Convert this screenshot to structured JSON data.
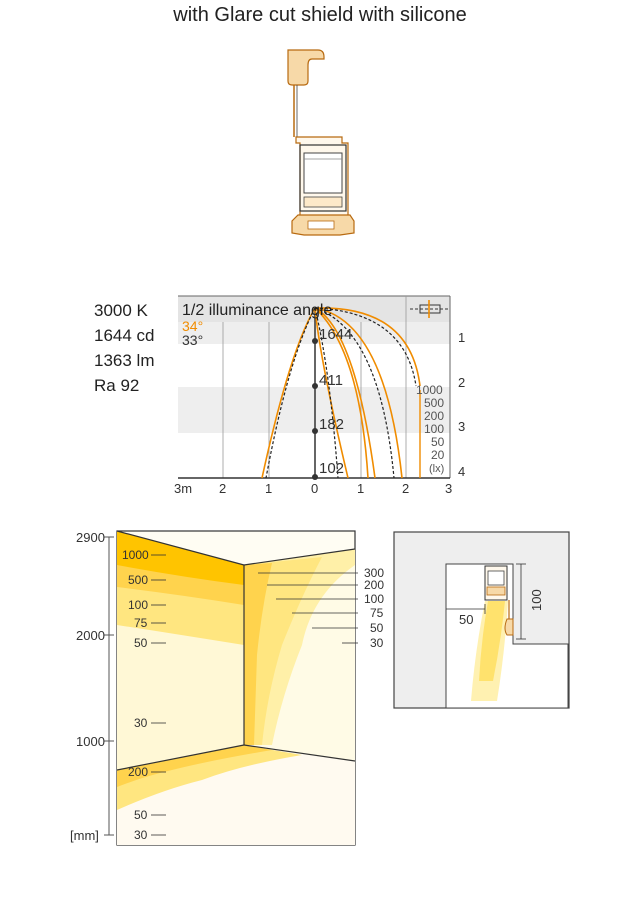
{
  "title": "with Glare cut shield with silicone",
  "specs": {
    "cct": "3000 K",
    "intensity": "1644 cd",
    "flux": "1363 lm",
    "cri": "Ra 92"
  },
  "polar": {
    "heading": "1/2 illuminance angle",
    "angle_orange": "34°",
    "angle_black": "33°",
    "center_values": [
      "1644",
      "411",
      "182",
      "102"
    ],
    "x_ticks": [
      "3m",
      "2",
      "1",
      "0",
      "1",
      "2",
      "3"
    ],
    "y_ticks": [
      "1",
      "2",
      "3",
      "4"
    ],
    "lx_values": [
      "1000",
      "500",
      "200",
      "100",
      "50",
      "20",
      "(lx)"
    ]
  },
  "room": {
    "height_ticks": [
      "2900",
      "2000",
      "1000",
      "[mm]"
    ],
    "left_labels": [
      "1000",
      "500",
      "100",
      "75",
      "50",
      "30",
      "200",
      "50",
      "30"
    ],
    "right_labels": [
      "300",
      "200",
      "100",
      "75",
      "50",
      "30"
    ]
  },
  "section": {
    "dim_horizontal": "50",
    "dim_vertical": "100"
  },
  "colors": {
    "orange": "#f08c00",
    "profile_fill": "#f7d9a8",
    "profile_stroke": "#b86a10",
    "yellow_light": "#fff3b0",
    "yellow_mid": "#ffe066",
    "yellow_strong": "#ffcc00",
    "grey_band": "#eeeeee"
  }
}
